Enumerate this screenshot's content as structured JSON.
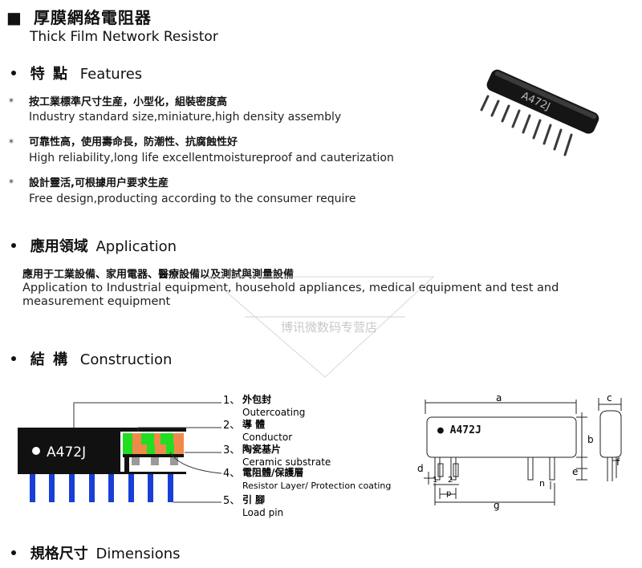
{
  "header": {
    "square": "■",
    "title_zh": "厚膜網絡電阻器",
    "title_en": "Thick Film Network Resistor"
  },
  "features": {
    "heading_zh": "特 點",
    "heading_en": "Features",
    "items": [
      {
        "zh": "按工業標準尺寸生産，小型化，組裝密度高",
        "en": "Industry standard size,miniature,high density assembly"
      },
      {
        "zh": "可靠性高，使用壽命長，防潮性、抗腐蝕性好",
        "en": "High reliability,long life excellentmoistureproof and cauterization"
      },
      {
        "zh": "設計靈活,可根據用户要求生産",
        "en": "Free design,producting according to the consumer require"
      }
    ],
    "star": "*",
    "photo_marking": "A472J"
  },
  "application": {
    "heading_zh": "應用領域",
    "heading_en": "Application",
    "zh": "應用于工業設備、家用電器、醫療設備以及測試與測量設備",
    "en_line1": "Application to Industrial equipment, household appliances, medical equipment and test and",
    "en_line2": "measurement equipment",
    "watermark": "博讯微数码专营店"
  },
  "construction": {
    "heading_zh": "結 構",
    "heading_en": "Construction",
    "marking": "A472J",
    "labels": [
      {
        "num": "1、",
        "zh": "外包封",
        "en": "Outercoating"
      },
      {
        "num": "2、",
        "zh": "導 體",
        "en": "Conductor"
      },
      {
        "num": "3、",
        "zh": "陶瓷基片",
        "en": "Ceramic substrate"
      },
      {
        "num": "4、",
        "zh": "電阻體/保護層",
        "en": "Resistor Layer/ Protection coating"
      },
      {
        "num": "5、",
        "zh": "引 腳",
        "en": "Load pin"
      }
    ],
    "dims": {
      "a": "a",
      "b": "b",
      "c": "c",
      "d": "d",
      "e": "e",
      "f": "f",
      "g": "g",
      "p": "p",
      "n": "n",
      "one": "1",
      "two": "2"
    }
  },
  "dimensions": {
    "heading_zh": "規格尺寸",
    "heading_en": "Dimensions"
  },
  "colors": {
    "conductor_green": "#22dd22",
    "resistor_orange": "#f08a4b",
    "pin_blue": "#1a3fd6",
    "body_black": "#111111"
  }
}
